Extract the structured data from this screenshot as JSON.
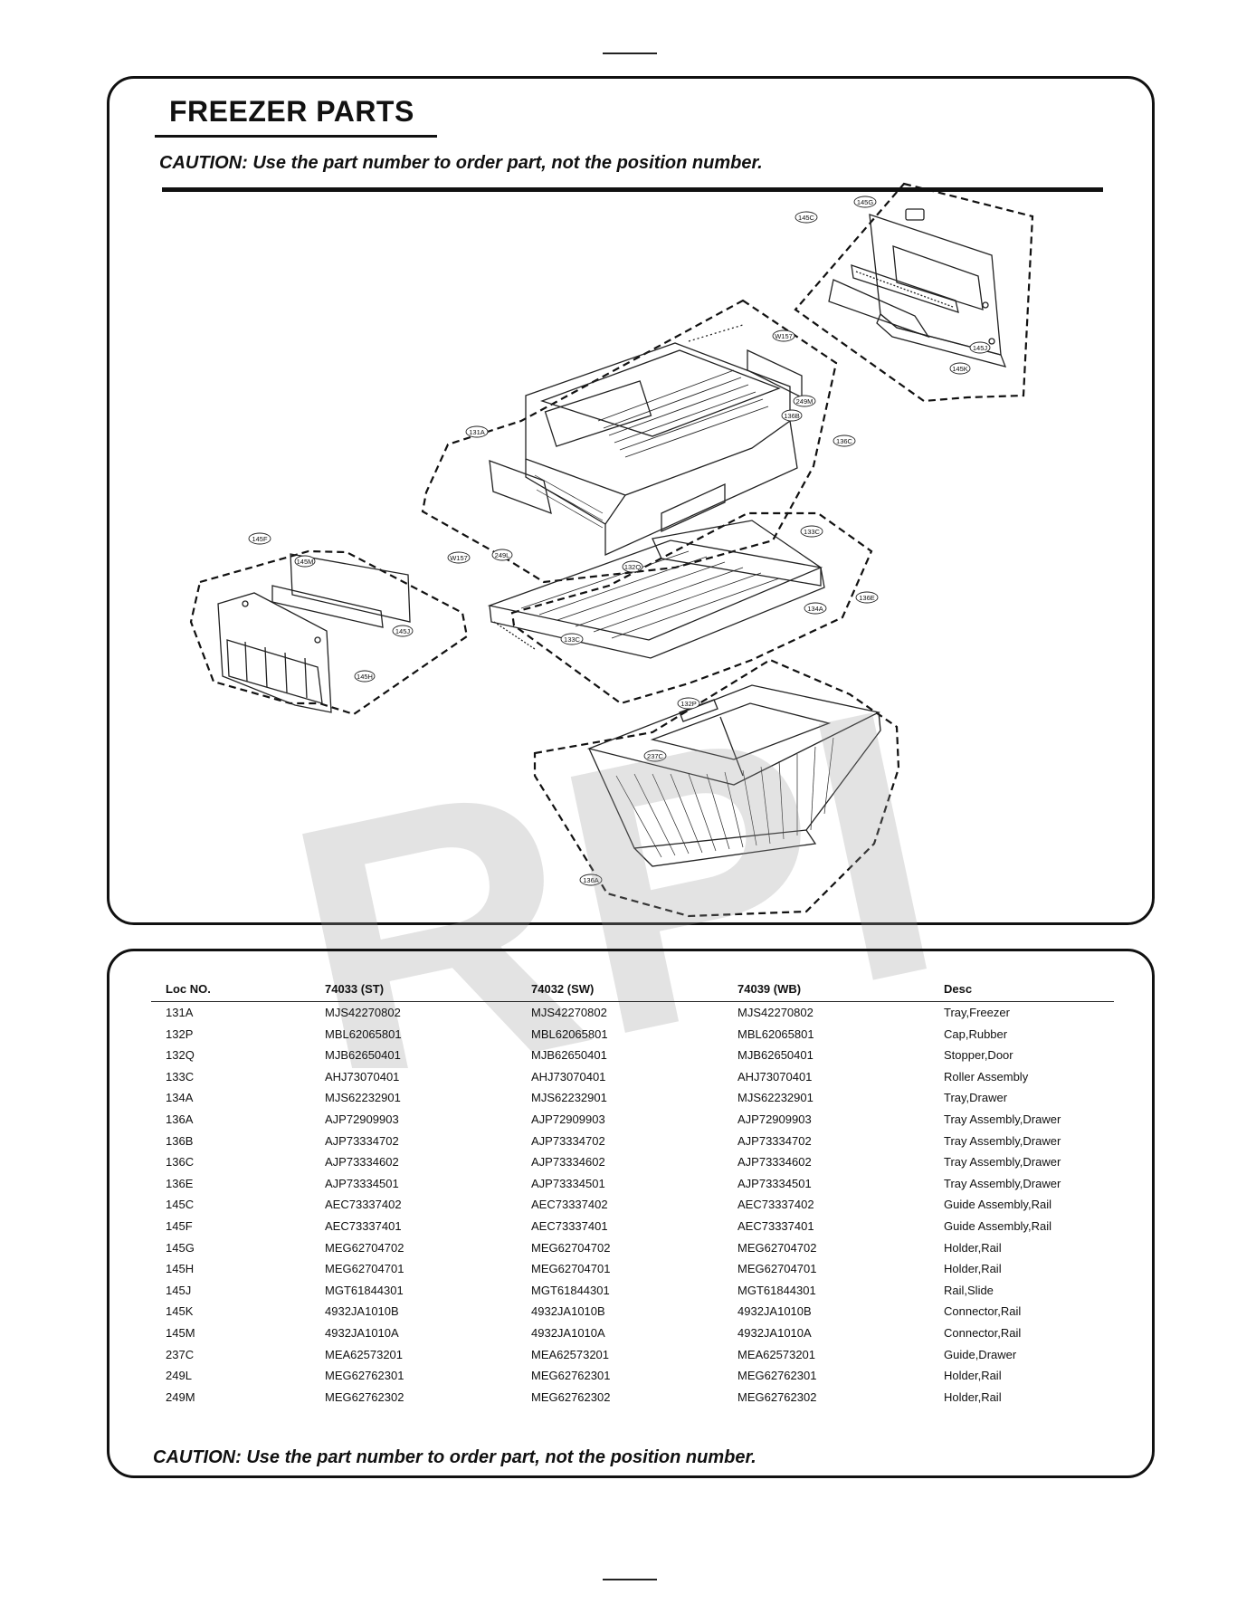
{
  "header": {
    "title": "FREEZER PARTS",
    "caution": "CAUTION: Use the part number to order part, not the position number."
  },
  "watermark": "RPI",
  "diagram_labels": {
    "l145C": "145C",
    "l145G": "145G",
    "l145J": "145J",
    "l145K": "145K",
    "lW157a": "W157",
    "l249M": "249M",
    "l136B": "136B",
    "l136C": "136C",
    "l131A": "131A",
    "l249L": "249L",
    "lW157b": "W157",
    "l145F": "145F",
    "l145M": "145M",
    "l145Jb": "145J",
    "l145H": "145H",
    "l133Ca": "133C",
    "l132Q": "132Q",
    "l136E": "136E",
    "l134A": "134A",
    "l133Cb": "133C",
    "l132P": "132P",
    "l237C": "237C",
    "l136A": "136A"
  },
  "table": {
    "headers": {
      "loc": "Loc NO.",
      "p1": "74033 (ST)",
      "p2": "74032 (SW)",
      "p3": "74039 (WB)",
      "desc": "Desc"
    },
    "rows": [
      {
        "loc": "131A",
        "p1": "MJS42270802",
        "p2": "MJS42270802",
        "p3": "MJS42270802",
        "desc": "Tray,Freezer"
      },
      {
        "loc": "132P",
        "p1": "MBL62065801",
        "p2": "MBL62065801",
        "p3": "MBL62065801",
        "desc": "Cap,Rubber"
      },
      {
        "loc": "132Q",
        "p1": "MJB62650401",
        "p2": "MJB62650401",
        "p3": "MJB62650401",
        "desc": "Stopper,Door"
      },
      {
        "loc": "133C",
        "p1": "AHJ73070401",
        "p2": "AHJ73070401",
        "p3": "AHJ73070401",
        "desc": "Roller Assembly"
      },
      {
        "loc": "134A",
        "p1": "MJS62232901",
        "p2": "MJS62232901",
        "p3": "MJS62232901",
        "desc": "Tray,Drawer"
      },
      {
        "loc": "136A",
        "p1": "AJP72909903",
        "p2": "AJP72909903",
        "p3": "AJP72909903",
        "desc": "Tray Assembly,Drawer"
      },
      {
        "loc": "136B",
        "p1": "AJP73334702",
        "p2": "AJP73334702",
        "p3": "AJP73334702",
        "desc": "Tray Assembly,Drawer"
      },
      {
        "loc": "136C",
        "p1": "AJP73334602",
        "p2": "AJP73334602",
        "p3": "AJP73334602",
        "desc": "Tray Assembly,Drawer"
      },
      {
        "loc": "136E",
        "p1": "AJP73334501",
        "p2": "AJP73334501",
        "p3": "AJP73334501",
        "desc": "Tray Assembly,Drawer"
      },
      {
        "loc": "145C",
        "p1": "AEC73337402",
        "p2": "AEC73337402",
        "p3": "AEC73337402",
        "desc": "Guide Assembly,Rail"
      },
      {
        "loc": "145F",
        "p1": "AEC73337401",
        "p2": "AEC73337401",
        "p3": "AEC73337401",
        "desc": "Guide Assembly,Rail"
      },
      {
        "loc": "145G",
        "p1": "MEG62704702",
        "p2": "MEG62704702",
        "p3": "MEG62704702",
        "desc": "Holder,Rail"
      },
      {
        "loc": "145H",
        "p1": "MEG62704701",
        "p2": "MEG62704701",
        "p3": "MEG62704701",
        "desc": "Holder,Rail"
      },
      {
        "loc": "145J",
        "p1": "MGT61844301",
        "p2": "MGT61844301",
        "p3": "MGT61844301",
        "desc": "Rail,Slide"
      },
      {
        "loc": "145K",
        "p1": "4932JA1010B",
        "p2": "4932JA1010B",
        "p3": "4932JA1010B",
        "desc": "Connector,Rail"
      },
      {
        "loc": "145M",
        "p1": "4932JA1010A",
        "p2": "4932JA1010A",
        "p3": "4932JA1010A",
        "desc": "Connector,Rail"
      },
      {
        "loc": "237C",
        "p1": "MEA62573201",
        "p2": "MEA62573201",
        "p3": "MEA62573201",
        "desc": "Guide,Drawer"
      },
      {
        "loc": "249L",
        "p1": "MEG62762301",
        "p2": "MEG62762301",
        "p3": "MEG62762301",
        "desc": "Holder,Rail"
      },
      {
        "loc": "249M",
        "p1": "MEG62762302",
        "p2": "MEG62762302",
        "p3": "MEG62762302",
        "desc": "Holder,Rail"
      }
    ]
  }
}
